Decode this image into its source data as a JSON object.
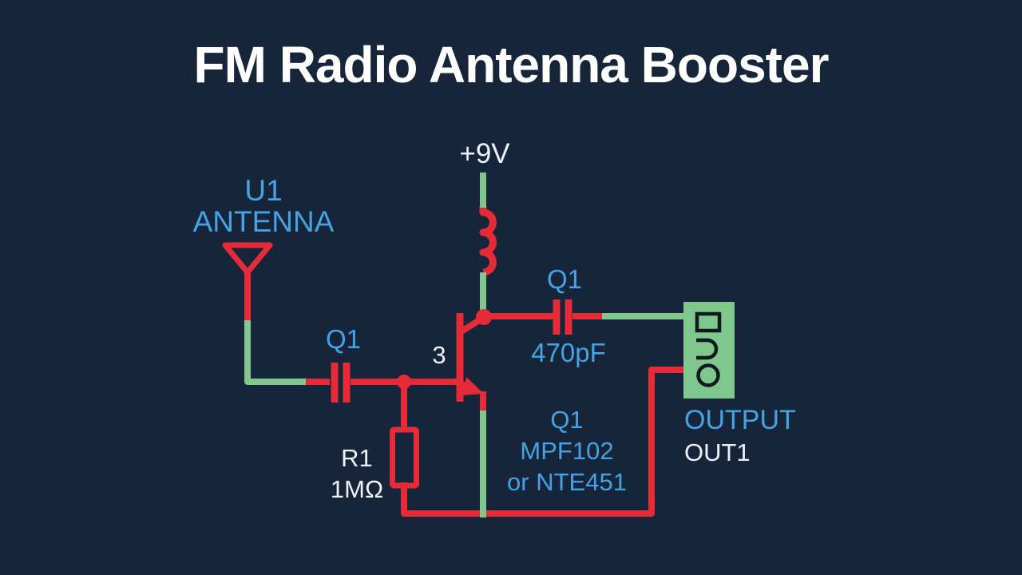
{
  "title": "FM Radio Antenna Booster",
  "colors": {
    "background": "#16253a",
    "wire_red": "#e62b38",
    "wire_green": "#7fc78c",
    "label_blue": "#46a3e3",
    "label_white": "#eef2f6",
    "title_white": "#ffffff",
    "connector_fill": "#7fc78c",
    "connector_glyph": "#101820"
  },
  "labels": {
    "antenna_ref": "U1",
    "antenna_name": "ANTENNA",
    "supply_voltage": "+9V",
    "input_cap_ref": "Q1",
    "gate_pin": "3",
    "resistor_ref": "R1",
    "resistor_value": "1MΩ",
    "output_cap_ref": "Q1",
    "output_cap_value": "470pF",
    "transistor_ref": "Q1",
    "transistor_part": "MPF102",
    "transistor_alt_part": "or NTE451",
    "output_connector_title": "OUTPUT",
    "output_connector_ref": "OUT1",
    "connector_vertical_text": "OUT"
  }
}
